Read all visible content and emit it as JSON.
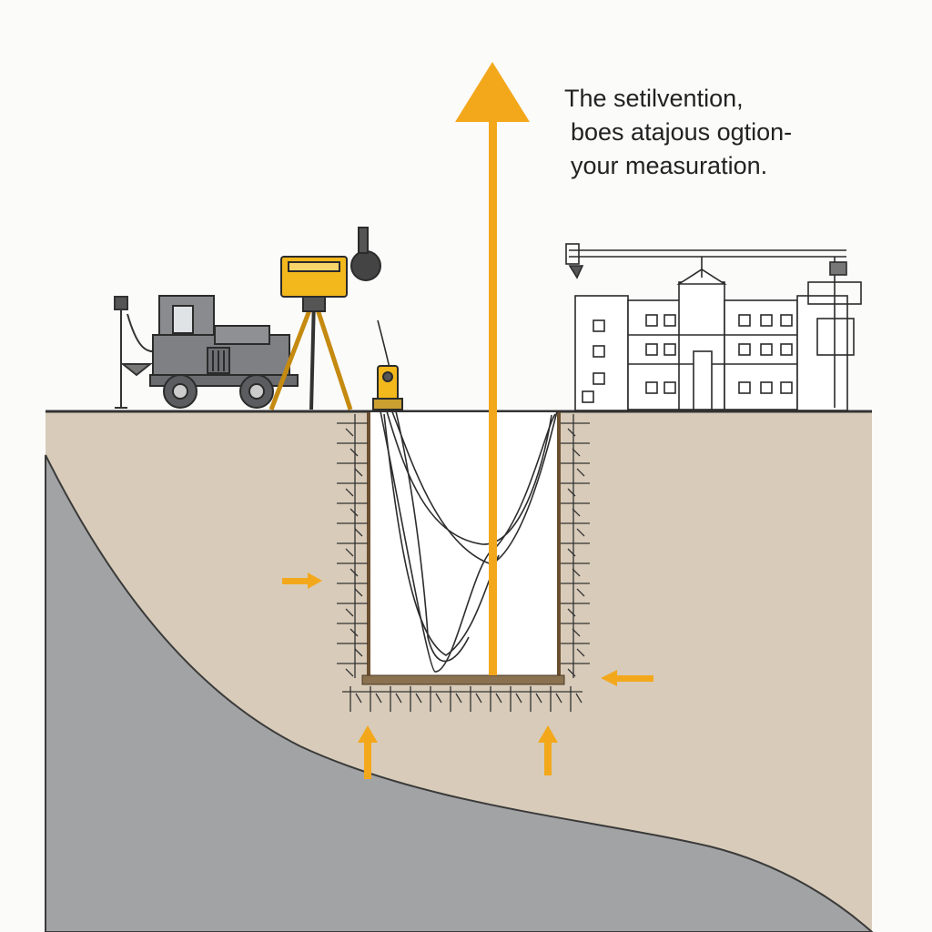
{
  "caption": {
    "line1": "The setilvention,",
    "line2": "boes atajous ogtion-",
    "line3": "your measuration."
  },
  "colors": {
    "accent": "#f3a81c",
    "soil": "#d8cbb9",
    "bedrock": "#a2a3a4",
    "ink": "#2b2b2b",
    "machine": "#7f8083",
    "trench_floor": "#8a7250"
  },
  "icons": [
    "vertical-arrow-icon",
    "excavator-icon",
    "survey-instrument-icon",
    "total-station-icon",
    "building-icon",
    "crane-icon",
    "lamp-post-icon",
    "pressure-arrow-icon"
  ]
}
